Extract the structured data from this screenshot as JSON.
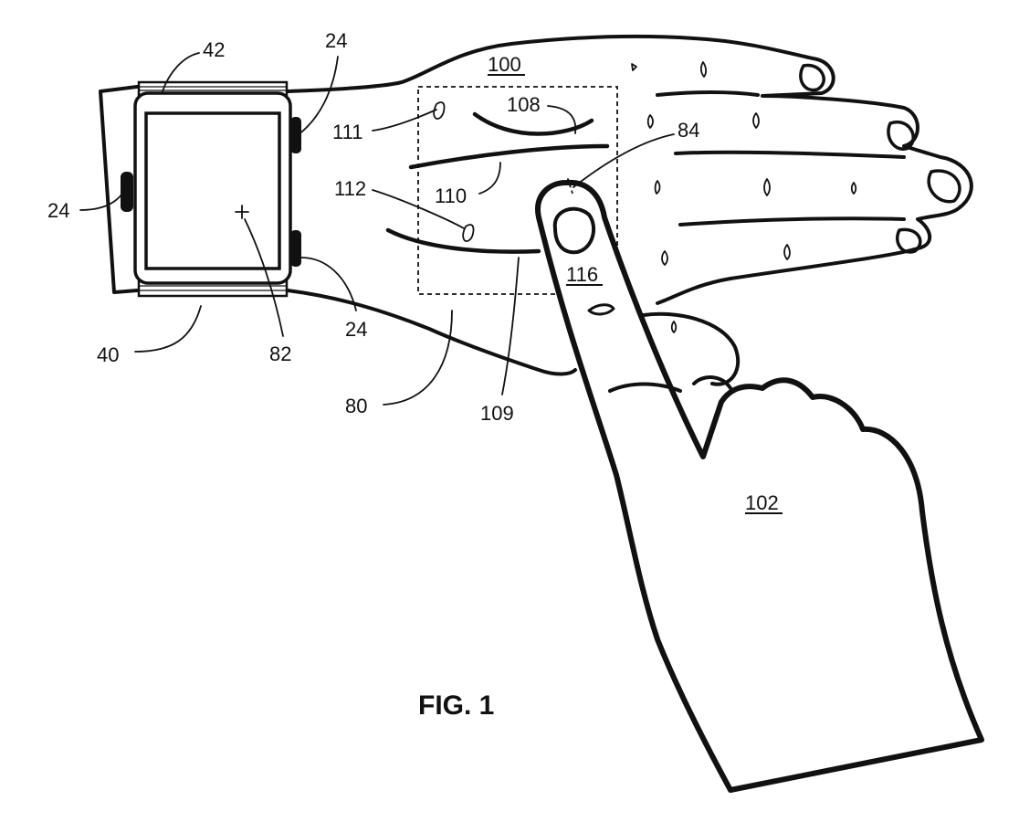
{
  "figure": {
    "caption": "FIG. 1",
    "labels": {
      "band_button_left": "24",
      "band_button_top": "24",
      "band_button_bottom": "24",
      "watch_body": "40",
      "watch_screen": "42",
      "screen_center": "82",
      "touch_point": "84",
      "wrist_skin": "80",
      "back_of_hand": "100",
      "touching_finger": "102",
      "line_108": "108",
      "line_109": "109",
      "line_110": "110",
      "mark_111": "111",
      "mark_112": "112",
      "fingertip": "116"
    }
  }
}
